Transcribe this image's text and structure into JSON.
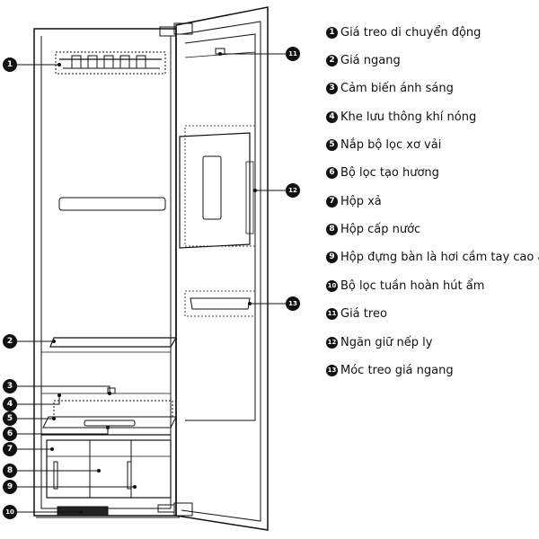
{
  "legend": [
    {
      "num": "1",
      "label": "Giá treo di chuyển động"
    },
    {
      "num": "2",
      "label": "Giá ngang"
    },
    {
      "num": "3",
      "label": "Cảm biến ánh sáng"
    },
    {
      "num": "4",
      "label": "Khe lưu thông khí nóng"
    },
    {
      "num": "5",
      "label": "Nắp bộ lọc xơ vải"
    },
    {
      "num": "6",
      "label": "Bộ lọc tạo hương"
    },
    {
      "num": "7",
      "label": "Hộp xả"
    },
    {
      "num": "8",
      "label": "Hộp cấp nước"
    },
    {
      "num": "9",
      "label": "Hộp đựng bàn là hơi cầm tay cao áp"
    },
    {
      "num": "10",
      "label": "Bộ lọc tuần hoàn hút ẩm"
    },
    {
      "num": "11",
      "label": "Giá treo"
    },
    {
      "num": "12",
      "label": "Ngăn giữ nếp ly"
    },
    {
      "num": "13",
      "label": "Móc treo giá ngang"
    }
  ],
  "callouts": {
    "c1": "1",
    "c2": "2",
    "c3": "3",
    "c4": "4",
    "c5": "5",
    "c6": "6",
    "c7": "7",
    "c8": "8",
    "c9": "9",
    "c10": "10",
    "c11": "11",
    "c12": "12",
    "c13": "13"
  }
}
